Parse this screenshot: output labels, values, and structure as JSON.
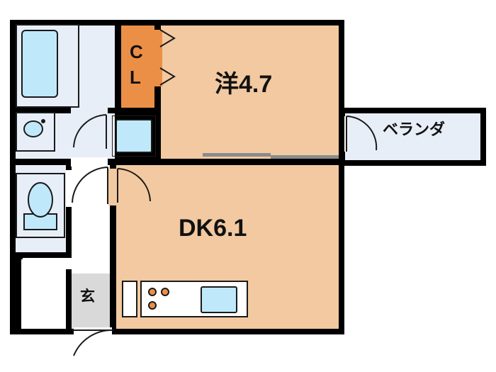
{
  "plan": {
    "title": "apartment-floor-plan",
    "colors": {
      "wall": "#000000",
      "room_fill": "#f2c9a0",
      "closet_fill": "#ec8f46",
      "wet_area_fill": "#e8eef7",
      "fixture_blue": "#bfe9fb",
      "entry_gray": "#d9d9d9",
      "background": "#ffffff"
    },
    "rooms": [
      {
        "key": "washitsu",
        "label": "洋4.7",
        "name": "western-room"
      },
      {
        "key": "dk",
        "label": "DK6.1",
        "name": "dining-kitchen"
      },
      {
        "key": "closet",
        "label": "CL",
        "name": "closet"
      },
      {
        "key": "veranda",
        "label": "ベランダ",
        "name": "veranda"
      },
      {
        "key": "entrance",
        "label": "玄",
        "name": "entrance"
      }
    ],
    "labels": {
      "western_room": "洋4.7",
      "dining_kitchen": "DK6.1",
      "closet_line1": "C",
      "closet_line2": "L",
      "veranda": "ベランダ",
      "entrance": "玄"
    }
  }
}
